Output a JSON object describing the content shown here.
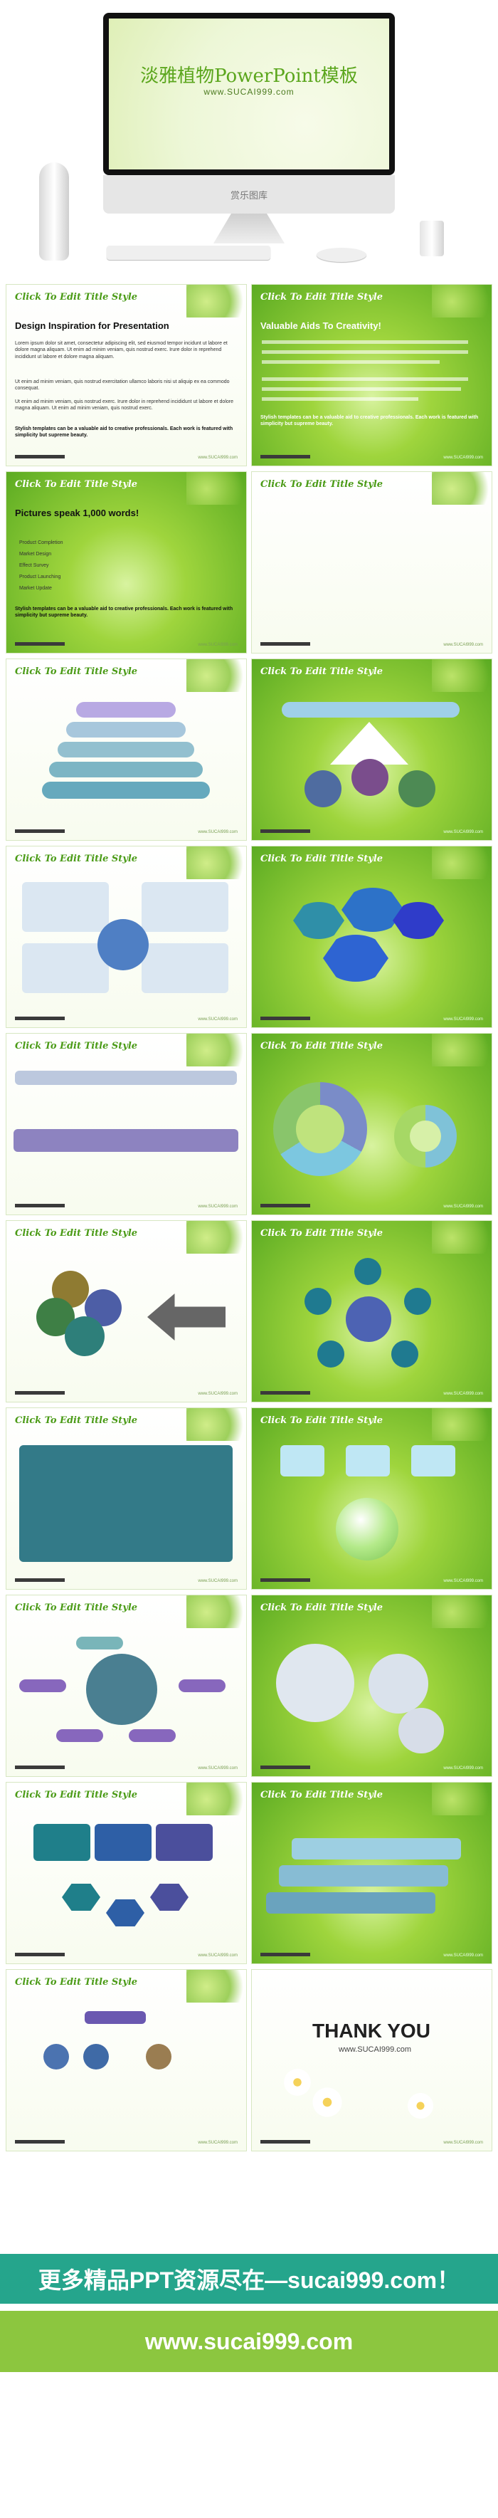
{
  "hero": {
    "title": "淡雅植物PowerPoint模板",
    "subtitle": "www.SUCAI999.com",
    "brand": "赏乐图库"
  },
  "slides": [
    {
      "title": "Click To Edit Title Style",
      "heading": "Design Inspiration for Presentation",
      "para1": "Lorem ipsum dolor sit amet, consectetur adipiscing elit, sed eiusmod tempor incidunt ut labore et dolore magna aliquam. Ut enim ad minim veniam, quis nostrud exerc. Irure dolor in reprehend incididunt ut labore et dolore magna aliquam.",
      "para2": "Ut enim ad minim veniam, quis nostrud exercitation ullamco laboris nisi ut aliquip ex ea commodo consequat.",
      "para3": "Ut enim ad minim veniam, quis nostrud exerc. Irure dolor in reprehend incididunt ut labore et dolore magna aliquam. Ut enim ad minim veniam, quis nostrud exerc.",
      "bold": "Stylish templates can be a valuable aid to creative professionals. Each work is featured with simplicity but supreme beauty.",
      "footer": "www.SUCAI999.com"
    },
    {
      "title": "Click To Edit Title Style",
      "heading": "Valuable Aids To Creativity!",
      "bold": "Stylish templates can be a valuable aid to creative professionals. Each work is featured with simplicity but supreme beauty.",
      "footer": "www.SUCAI999.com"
    },
    {
      "title": "Click To Edit Title Style",
      "heading": "Pictures speak 1,000 words!",
      "bullets": [
        "Product Completion",
        "Market Design",
        "Effect Survey",
        "Product Launching",
        "Market Update"
      ],
      "bold": "Stylish templates can be a valuable aid to creative professionals. Each work is featured with simplicity but supreme beauty.",
      "footer": "www.SUCAI999.com"
    },
    {
      "title": "Click To Edit Title Style",
      "footer": "www.SUCAI999.com"
    },
    {
      "title": "Click To Edit Title Style",
      "footer": "www.SUCAI999.com"
    },
    {
      "title": "Click To Edit Title Style",
      "footer": "www.SUCAI999.com"
    },
    {
      "title": "Click To Edit Title Style",
      "footer": "www.SUCAI999.com"
    },
    {
      "title": "Click To Edit Title Style",
      "footer": "www.SUCAI999.com"
    },
    {
      "title": "Click To Edit Title Style",
      "footer": "www.SUCAI999.com"
    },
    {
      "title": "Click To Edit Title Style",
      "footer": "www.SUCAI999.com"
    },
    {
      "title": "Click To Edit Title Style",
      "footer": "www.SUCAI999.com"
    },
    {
      "title": "Click To Edit Title Style",
      "footer": "www.SUCAI999.com"
    },
    {
      "title": "Click To Edit Title Style",
      "footer": "www.SUCAI999.com"
    },
    {
      "title": "Click To Edit Title Style",
      "footer": "www.SUCAI999.com"
    },
    {
      "title": "Click To Edit Title Style",
      "footer": "www.SUCAI999.com"
    },
    {
      "title": "Click To Edit Title Style",
      "footer": "www.SUCAI999.com"
    },
    {
      "title": "Click To Edit Title Style",
      "footer": "www.SUCAI999.com"
    },
    {
      "title": "Click To Edit Title Style",
      "footer": "www.SUCAI999.com"
    },
    {
      "title": "Click To Edit Title Style",
      "footer": "www.SUCAI999.com"
    },
    {
      "thanks": "THANK YOU",
      "subtitle": "www.SUCAI999.com",
      "footer": "www.SUCAI999.com"
    }
  ],
  "banner": {
    "line1": "更多精品PPT资源尽在—sucai999.com！",
    "line2": "www.sucai999.com"
  }
}
